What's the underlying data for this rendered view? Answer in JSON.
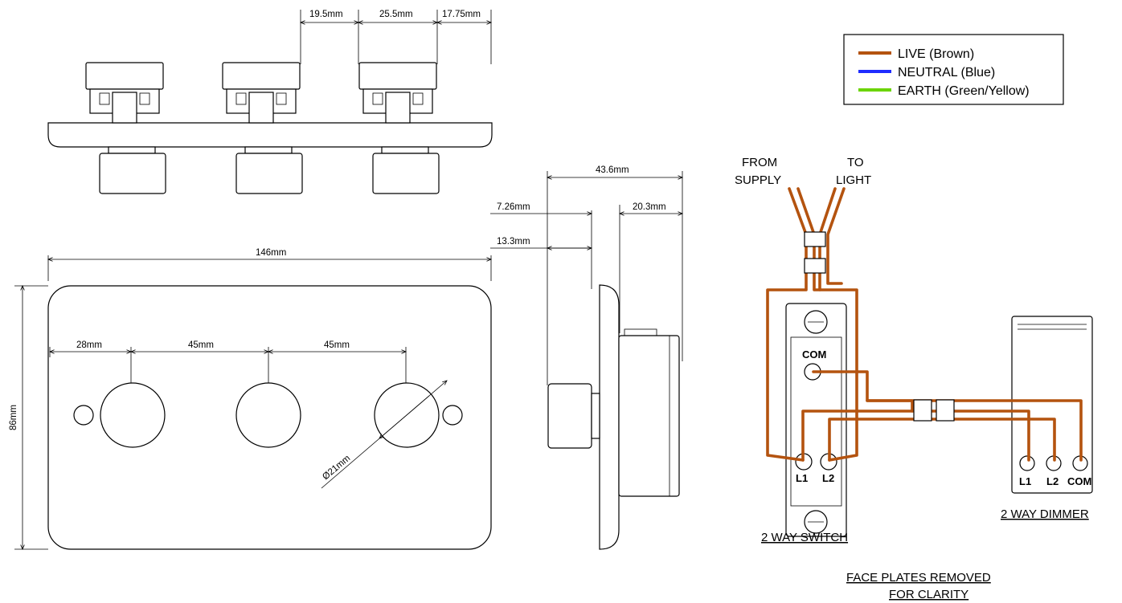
{
  "dimensions": {
    "top_gap_1": "19.5mm",
    "top_gap_2": "25.5mm",
    "top_gap_3": "17.75mm",
    "plate_width": "146mm",
    "plate_height": "86mm",
    "knob_offset_1": "28mm",
    "knob_offset_2": "45mm",
    "knob_offset_3": "45mm",
    "knob_diameter": "Ø21mm",
    "side_depth_total": "43.6mm",
    "side_depth_a": "7.26mm",
    "side_depth_b": "20.3mm",
    "side_depth_c": "13.3mm"
  },
  "legend": {
    "items": [
      {
        "label": "LIVE (Brown)",
        "color": "#b4530f"
      },
      {
        "label": "NEUTRAL (Blue)",
        "color": "#1f2cff"
      },
      {
        "label": "EARTH (Green/Yellow)",
        "color": "#6bd400"
      }
    ]
  },
  "wiring": {
    "from_supply_1": "FROM",
    "from_supply_2": "SUPPLY",
    "to_light_1": "TO",
    "to_light_2": "LIGHT",
    "switch_com": "COM",
    "switch_l1": "L1",
    "switch_l2": "L2",
    "dimmer_l1": "L1",
    "dimmer_l2": "L2",
    "dimmer_com": "COM",
    "switch_caption": "2 WAY SWITCH",
    "dimmer_caption": "2 WAY DIMMER",
    "note_1": "FACE PLATES REMOVED",
    "note_2": "FOR CLARITY"
  }
}
